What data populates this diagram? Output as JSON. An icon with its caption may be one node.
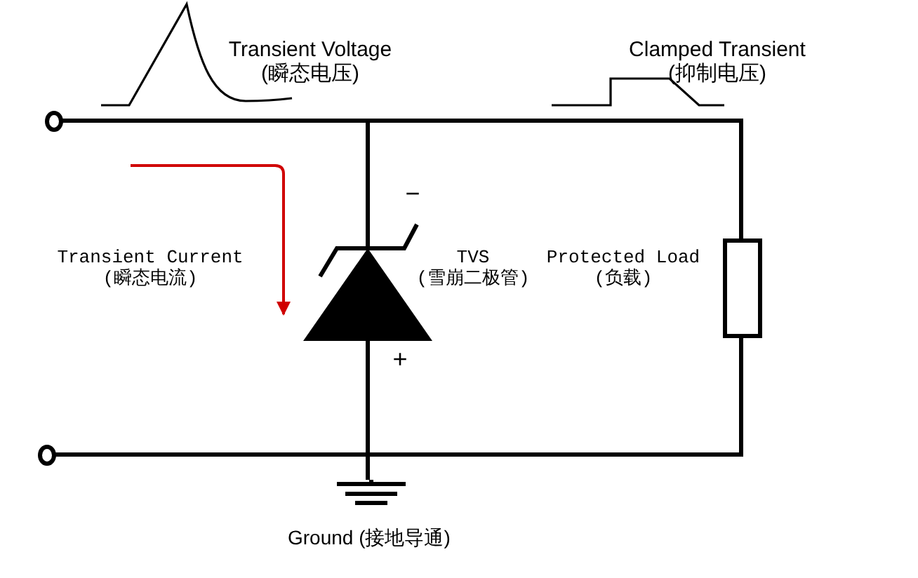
{
  "diagram": {
    "nodes": [
      {
        "text": [],
        "shape": "circle"
      },
      {
        "text": [],
        "shape": "diode",
        "beside": [
          "TVS (雪崩二极管)"
        ]
      },
      {
        "text": [],
        "shape": "box",
        "beside": [
          "Protected Load (负载)"
        ]
      },
      {
        "text": [],
        "shape": "circle"
      },
      {
        "text": [],
        "shape": "ground",
        "beside": [
          "Ground (接地导通)"
        ]
      }
    ],
    "edges": [
      {
        "from": 0,
        "to": 1,
        "arrow": "none"
      },
      {
        "from": 0,
        "to": 2,
        "arrow": "none"
      },
      {
        "from": 1,
        "to": 4,
        "arrow": "none"
      },
      {
        "from": 3,
        "to": 4,
        "arrow": "none"
      },
      {
        "from": 2,
        "to": 4,
        "arrow": "none"
      }
    ],
    "labels": [
      "Transient Voltage (瞬态电压)",
      "Clamped Transient (抑制电压)",
      "Transient Current (瞬态电流)",
      "−",
      "+"
    ]
  }
}
